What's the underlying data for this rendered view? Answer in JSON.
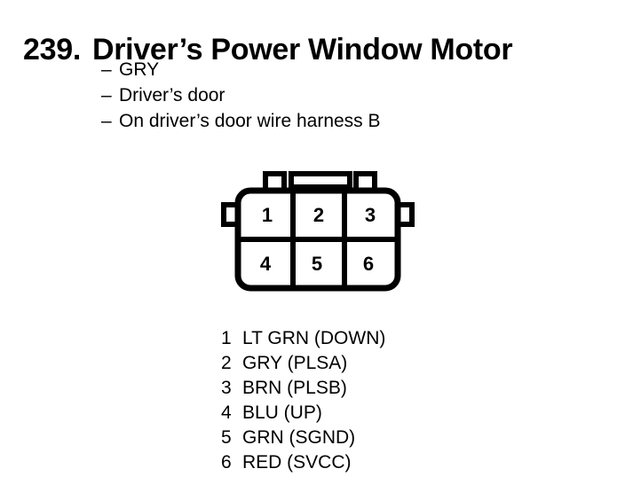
{
  "document": {
    "title_number": "239.",
    "title_text": "Driver’s Power Window Motor",
    "ink_color": "#000000",
    "background_color": "#ffffff"
  },
  "notes": {
    "dash": "–",
    "items": [
      {
        "dash": "–",
        "text": "GRY"
      },
      {
        "dash": "–",
        "text": "Driver’s door"
      },
      {
        "dash": "–",
        "text": "On driver’s door wire harness B"
      }
    ]
  },
  "connector": {
    "label": "6-way connector face view",
    "rows": 2,
    "columns": 3,
    "cavities": [
      {
        "number": "1",
        "row": 0,
        "col": 0
      },
      {
        "number": "2",
        "row": 0,
        "col": 1
      },
      {
        "number": "3",
        "row": 0,
        "col": 2
      },
      {
        "number": "4",
        "row": 1,
        "col": 0
      },
      {
        "number": "5",
        "row": 1,
        "col": 1
      },
      {
        "number": "6",
        "row": 1,
        "col": 2
      }
    ]
  },
  "pin_legend": {
    "rows": [
      {
        "pin": "1",
        "label": "LT GRN (DOWN)"
      },
      {
        "pin": "2",
        "label": "GRY (PLSA)"
      },
      {
        "pin": "3",
        "label": "BRN (PLSB)"
      },
      {
        "pin": "4",
        "label": "BLU (UP)"
      },
      {
        "pin": "5",
        "label": "GRN (SGND)"
      },
      {
        "pin": "6",
        "label": "RED (SVCC)"
      }
    ]
  }
}
